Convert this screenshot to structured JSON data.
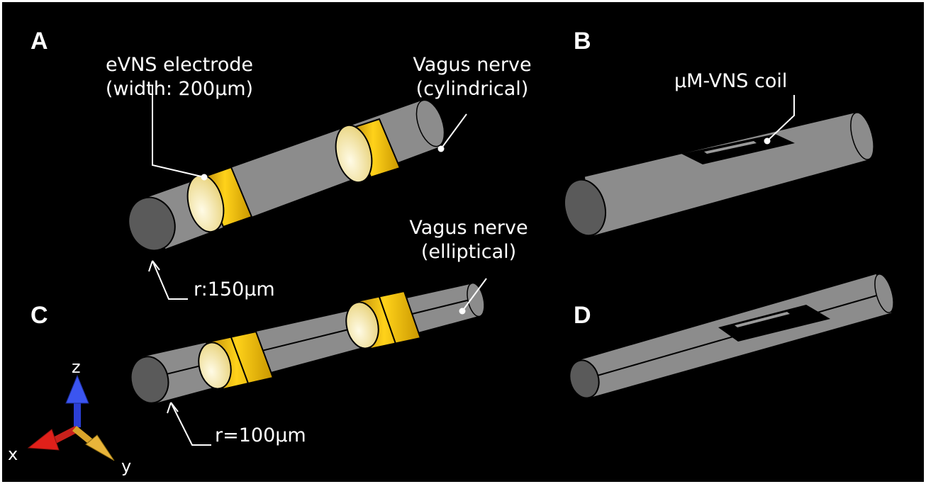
{
  "panels": {
    "a": "A",
    "b": "B",
    "c": "C",
    "d": "D"
  },
  "labels": {
    "electrode_line1": "eVNS electrode",
    "electrode_line2": "(width: 200μm)",
    "nerve_cyl_line1": "Vagus nerve",
    "nerve_cyl_line2": "(cylindrical)",
    "coil": "μM-VNS coil",
    "nerve_ell_line1": "Vagus nerve",
    "nerve_ell_line2": "(elliptical)",
    "radius_cyl": "r:150μm",
    "radius_ell": "r=100μm"
  },
  "axes": {
    "x": "x",
    "y": "y",
    "z": "z"
  },
  "colors": {
    "background": "#000000",
    "nerve": "#8c8c8c",
    "nerve_end": "#5a5a5a",
    "electrode": "#f2b600",
    "electrode_inner": "#fff6c8",
    "axis_x": "#e0201a",
    "axis_y": "#d9a42a",
    "axis_z": "#2b3fd6"
  }
}
